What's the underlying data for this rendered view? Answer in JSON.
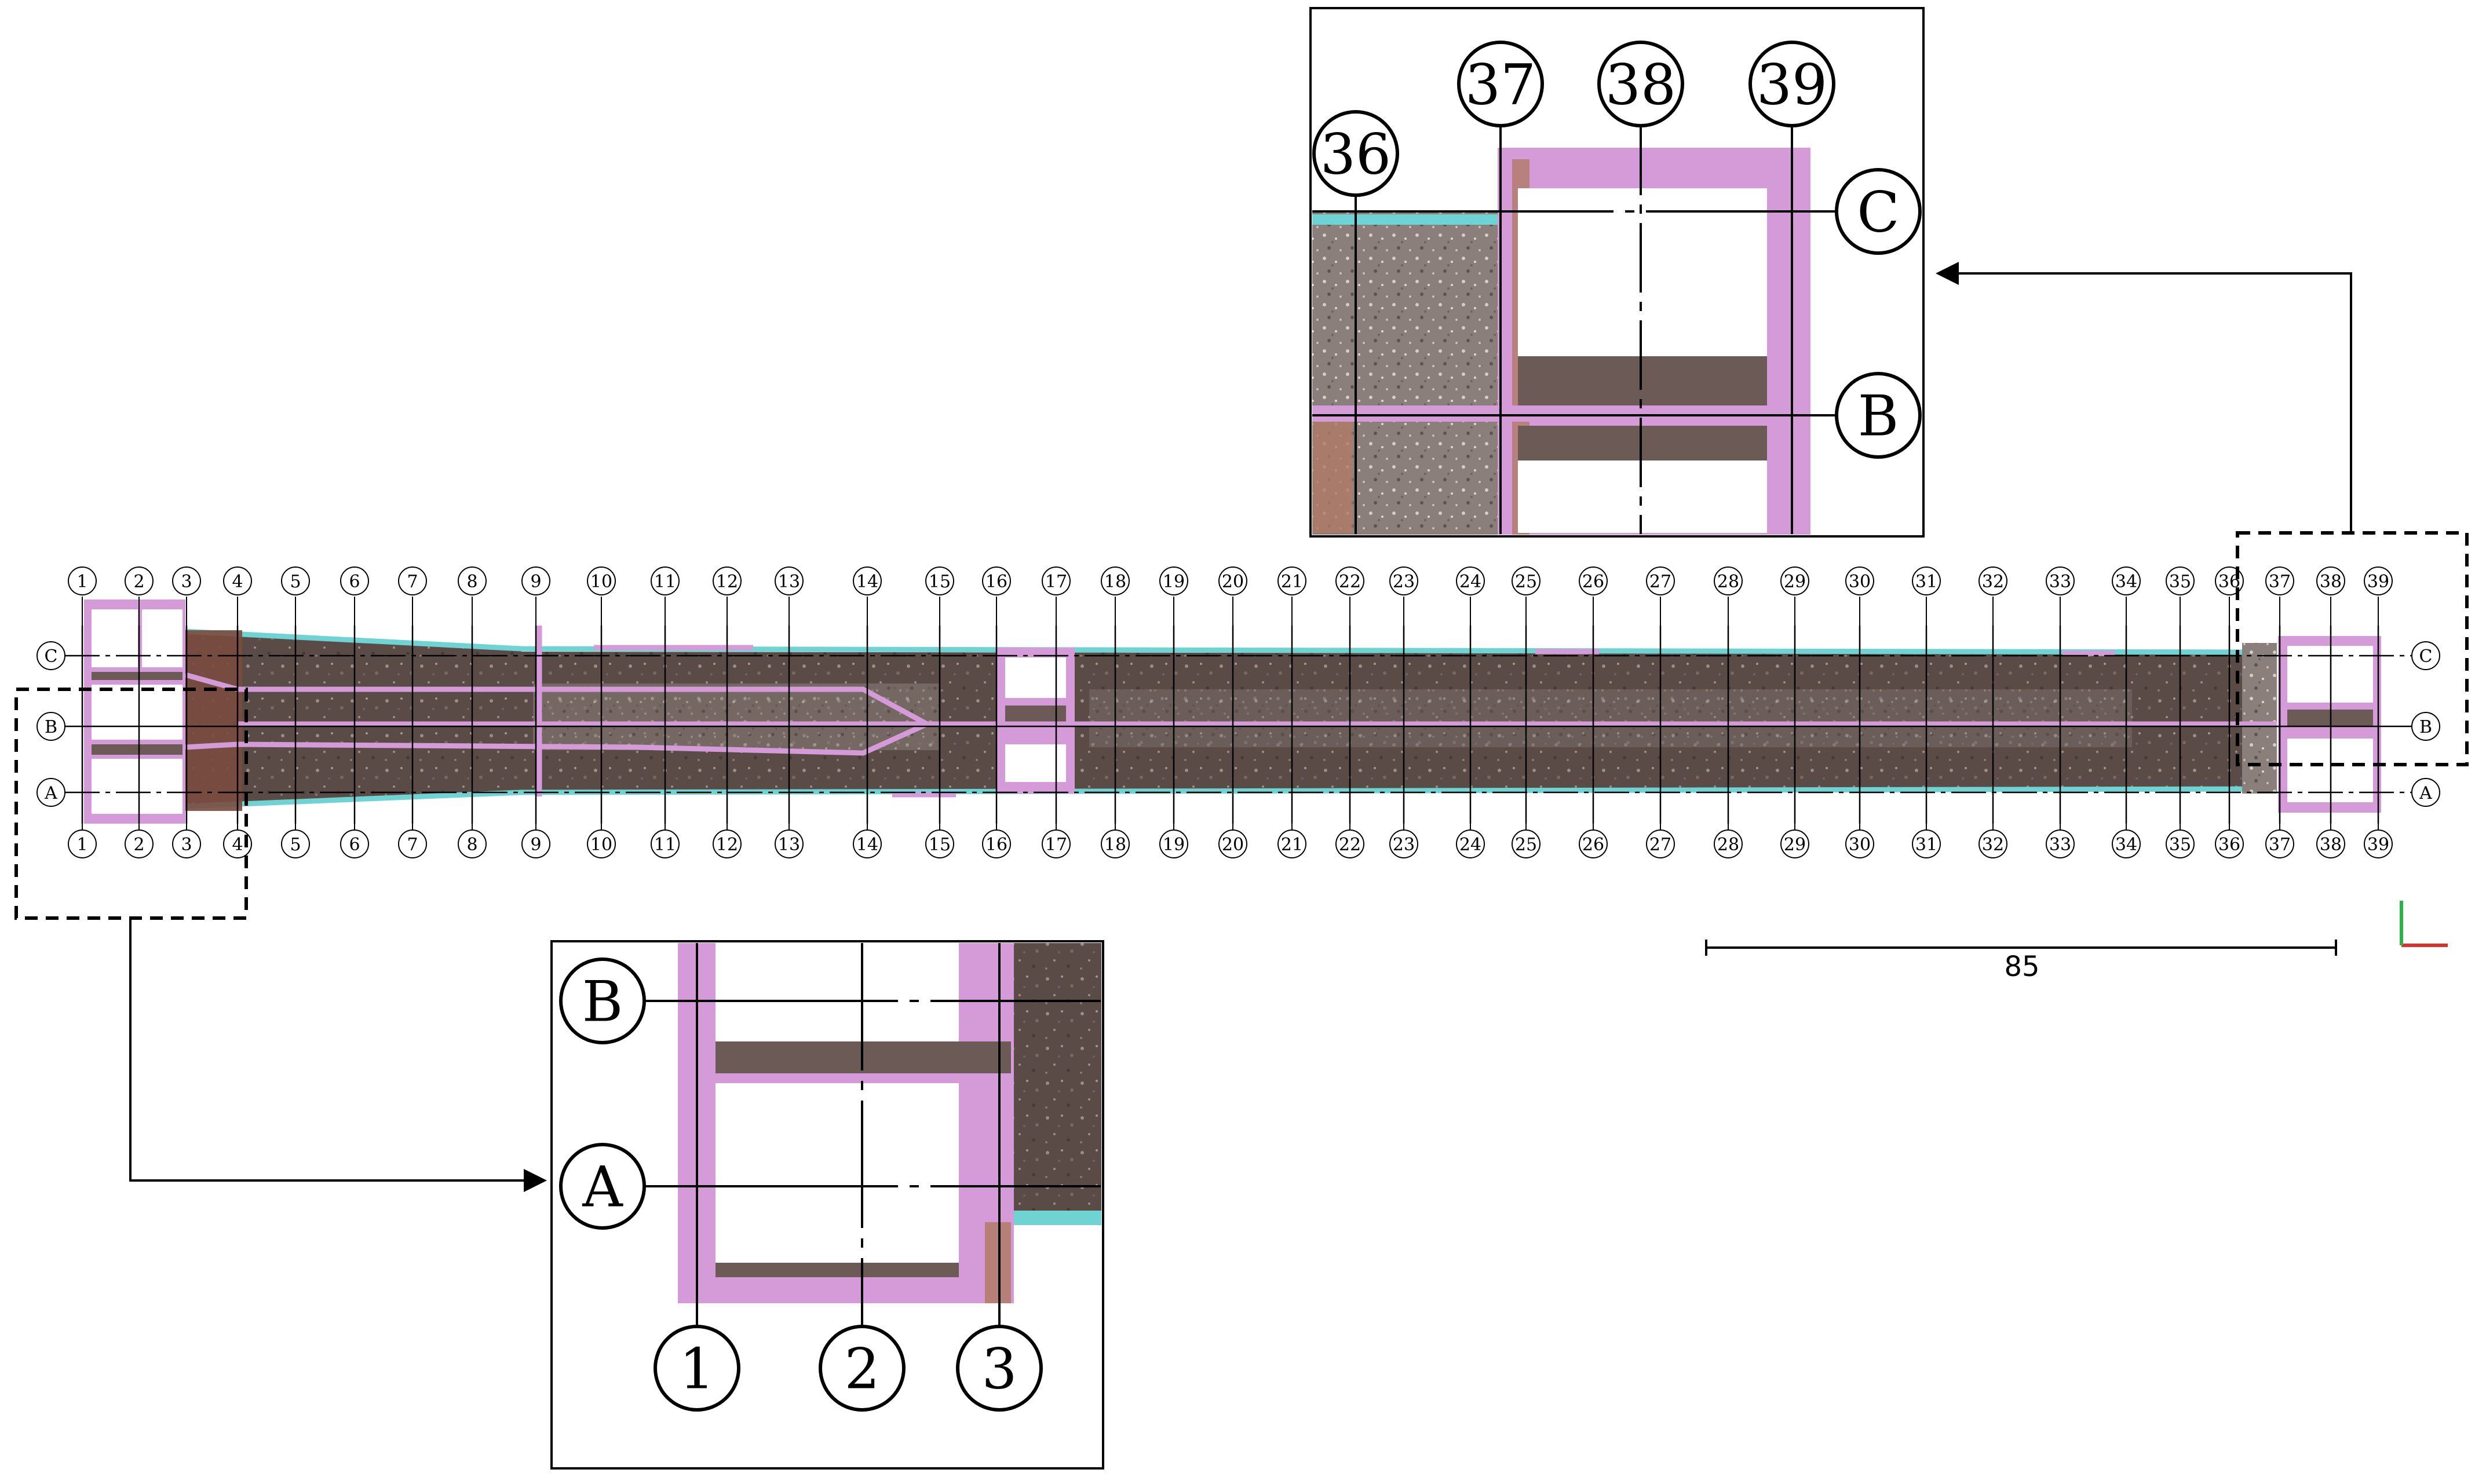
{
  "axes": {
    "rows": [
      "A",
      "B",
      "C"
    ],
    "columns": [
      "1",
      "2",
      "3",
      "4",
      "5",
      "6",
      "7",
      "8",
      "9",
      "10",
      "11",
      "12",
      "13",
      "14",
      "15",
      "16",
      "17",
      "18",
      "19",
      "20",
      "21",
      "22",
      "23",
      "24",
      "25",
      "26",
      "27",
      "28",
      "29",
      "30",
      "31",
      "32",
      "33",
      "34",
      "35",
      "36",
      "37",
      "38",
      "39"
    ]
  },
  "detail_right": {
    "columns": [
      "36",
      "37",
      "38",
      "39"
    ],
    "rows": [
      "C",
      "B"
    ]
  },
  "detail_left": {
    "columns": [
      "1",
      "2",
      "3"
    ],
    "rows": [
      "B",
      "A"
    ]
  },
  "scale_bar": {
    "label": "85"
  },
  "colors": {
    "structure": "#d59bd9",
    "edge": "#6fd3d3",
    "floor_dark": "#4a3c3a",
    "floor_mid": "#6b5a55",
    "floor_light": "#b9b2ad",
    "brick": "#b07a66",
    "axis_x": "#e0302a",
    "axis_y": "#2fb14a"
  }
}
